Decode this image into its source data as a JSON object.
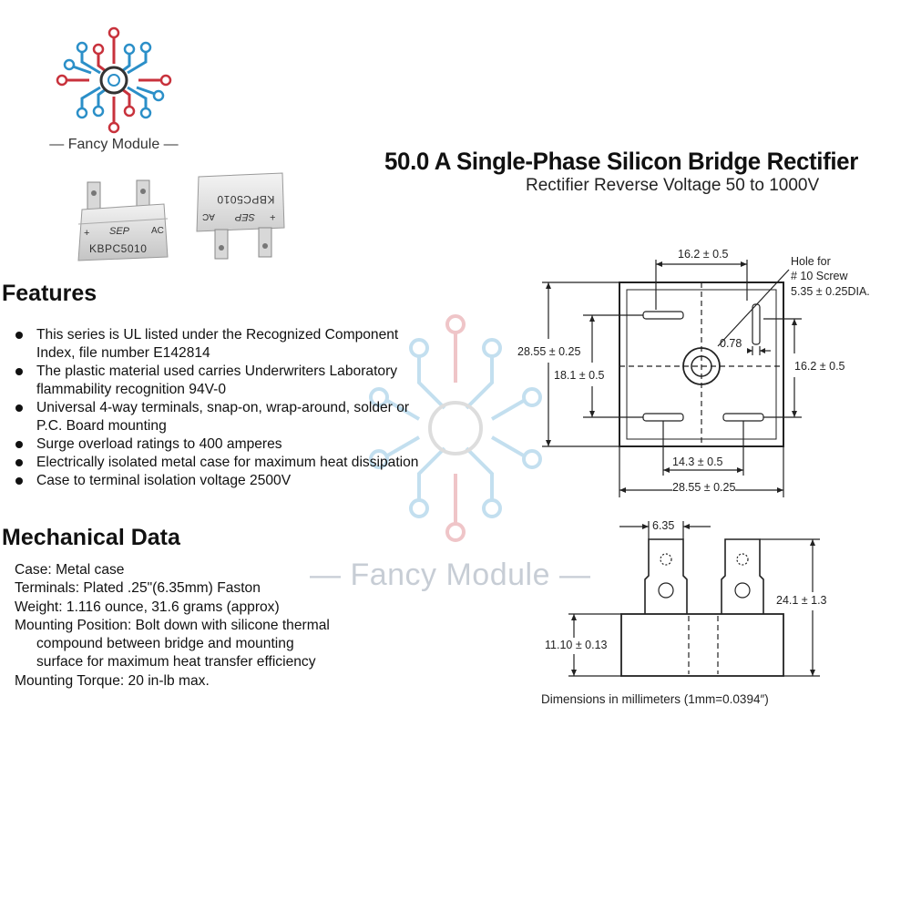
{
  "brand": {
    "name": "Fancy Module",
    "logo_text": "— Fancy Module —",
    "watermark_text": "— Fancy Module —"
  },
  "header": {
    "title": "50.0 A Single-Phase Silicon Bridge Rectifier",
    "subtitle": "Rectifier Reverse Voltage 50 to 1000V"
  },
  "product_markings": {
    "left_model": "KBPC5010",
    "left_brand": "SEP",
    "left_plus": "+",
    "left_ac": "AC",
    "right_model": "KBPC5010",
    "right_brand": "SEP",
    "right_plus": "+",
    "right_ac": "AC"
  },
  "features": {
    "heading": "Features",
    "items": [
      "This series is UL listed under the Recognized Component Index, file number E142814",
      "The plastic material used carries Underwriters Laboratory flammability recognition 94V-0",
      "Universal 4-way terminals, snap-on, wrap-around, solder or P.C. Board mounting",
      "Surge overload ratings to 400 amperes",
      "Electrically isolated metal case for maximum heat dissipation",
      "Case to terminal isolation voltage 2500V"
    ]
  },
  "mechanical": {
    "heading": "Mechanical Data",
    "case": "Case: Metal case",
    "terminals": "Terminals: Plated .25\"(6.35mm) Faston",
    "weight": "Weight: 1.116 ounce, 31.6 grams (approx)",
    "mounting_1": "Mounting Position: Bolt down with silicone thermal",
    "mounting_2": "compound between bridge and mounting",
    "mounting_3": "surface for maximum heat transfer efficiency",
    "torque": "Mounting Torque: 20 in-lb max."
  },
  "dimensions": {
    "top_width": "16.2 ± 0.5",
    "hole_l1": "Hole for",
    "hole_l2": "# 10 Screw",
    "hole_l3": "5.35 ± 0.25DIA.",
    "terminal_gap": "0.78",
    "outer_height": "28.55 ± 0.25",
    "inner_height": "18.1 ± 0.5",
    "right_height": "16.2 ± 0.5",
    "bottom_inner": "14.3 ± 0.5",
    "bottom_outer": "28.55 ± 0.25",
    "tab_width": "6.35",
    "total_height": "24.1 ± 1.3",
    "body_height": "11.10 ± 0.13",
    "note": "Dimensions in millimeters (1mm=0.0394″)"
  },
  "colors": {
    "logo_red": "#c8323c",
    "logo_blue": "#2b8fc8",
    "text": "#111111"
  }
}
